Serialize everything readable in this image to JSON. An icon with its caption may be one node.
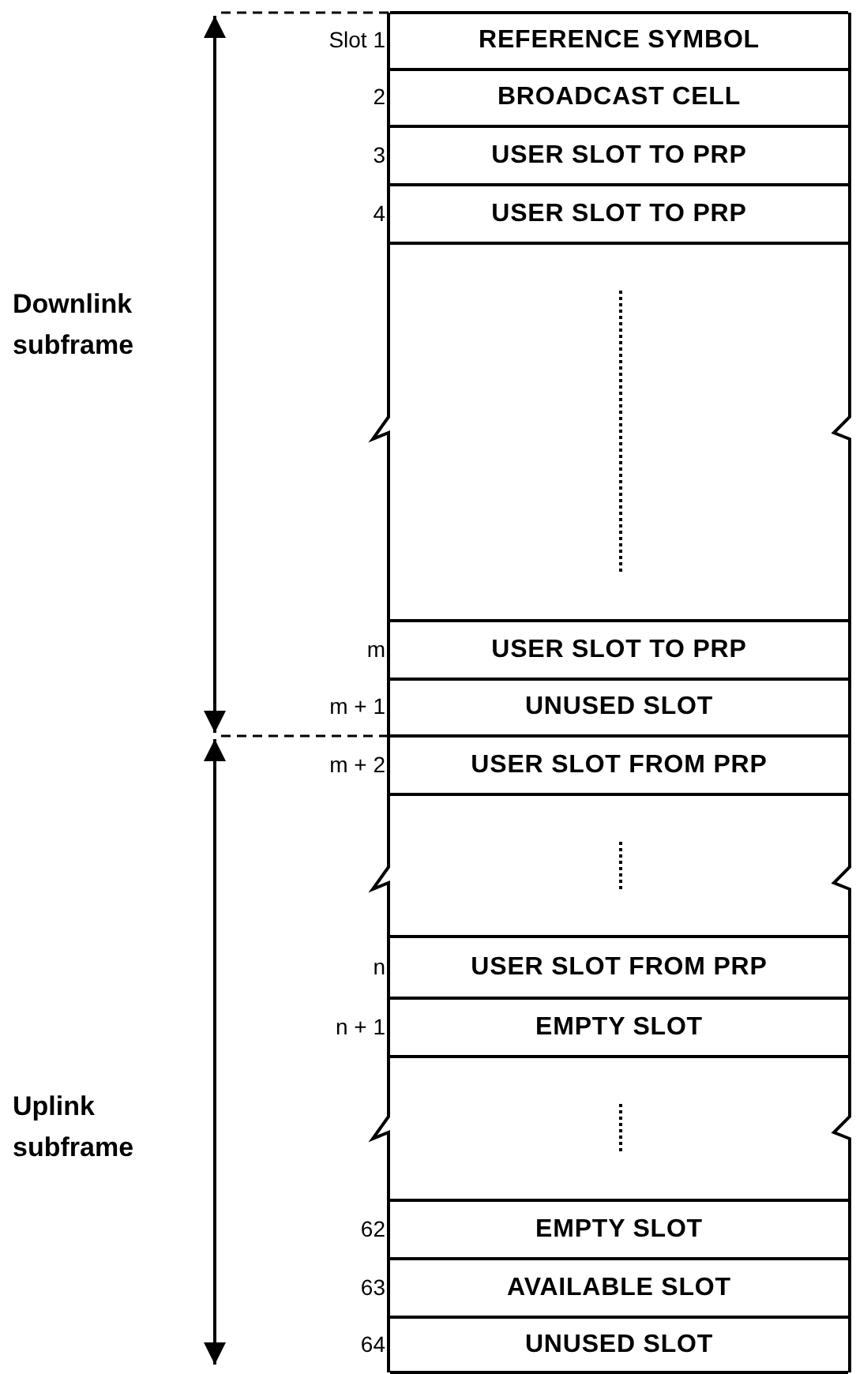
{
  "diagram": {
    "nodes": [
      {
        "text": [
          "REFERENCE SYMBOL"
        ],
        "beside": [
          "Slot 1"
        ]
      },
      {
        "text": [
          "BROADCAST CELL"
        ],
        "beside": [
          "2"
        ]
      },
      {
        "text": [
          "USER SLOT TO PRP"
        ],
        "beside": [
          "3"
        ]
      },
      {
        "text": [
          "USER SLOT TO PRP"
        ],
        "beside": [
          "4"
        ]
      },
      {
        "text": [
          "USER SLOT TO PRP"
        ],
        "beside": [
          "m"
        ]
      },
      {
        "text": [
          "UNUSED SLOT"
        ],
        "beside": [
          "m + 1"
        ]
      },
      {
        "text": [
          "USER SLOT FROM PRP"
        ],
        "beside": [
          "m + 2"
        ]
      },
      {
        "text": [
          "USER SLOT FROM PRP"
        ],
        "beside": [
          "n"
        ]
      },
      {
        "text": [
          "EMPTY SLOT"
        ],
        "beside": [
          "n + 1"
        ]
      },
      {
        "text": [
          "EMPTY SLOT"
        ],
        "beside": [
          "62"
        ]
      },
      {
        "text": [
          "AVAILABLE SLOT"
        ],
        "beside": [
          "63"
        ]
      },
      {
        "text": [
          "UNUSED SLOT"
        ],
        "beside": [
          "64"
        ]
      }
    ],
    "labels": [
      "Downlink subframe",
      "Uplink subframe"
    ]
  }
}
